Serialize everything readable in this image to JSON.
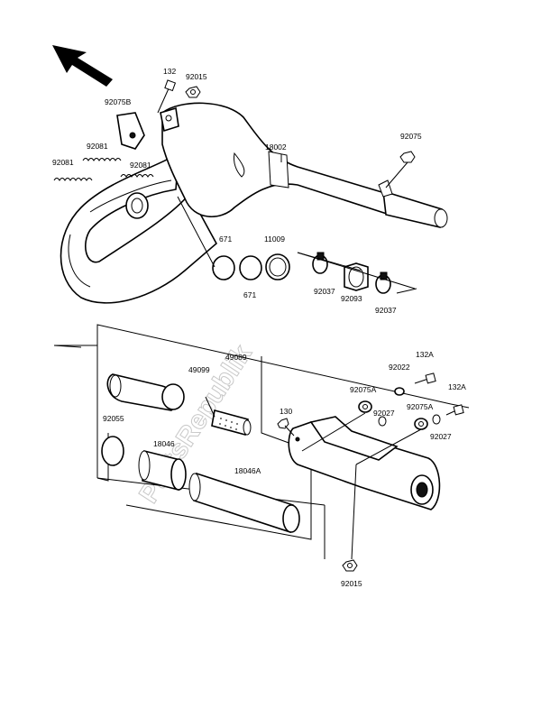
{
  "watermark": "PartsRepublik",
  "callouts": {
    "p132": "132",
    "p92015_top": "92015",
    "p92075B": "92075B",
    "p92081_a": "92081",
    "p92081_b": "92081",
    "p92081_c": "92081",
    "p18002": "18002",
    "p92075": "92075",
    "p671_a": "671",
    "p671_b": "671",
    "p11009": "11009",
    "p92037_a": "92037",
    "p92093": "92093",
    "p92037_b": "92037",
    "p49089": "49089",
    "p49099": "49099",
    "p92055": "92055",
    "p18046": "18046",
    "p18046A": "18046A",
    "p130": "130",
    "p92075A_a": "92075A",
    "p92027_a": "92027",
    "p92022": "92022",
    "p132A_a": "132A",
    "p132A_b": "132A",
    "p92075A_b": "92075A",
    "p92027_b": "92027",
    "p92015_bottom": "92015"
  }
}
